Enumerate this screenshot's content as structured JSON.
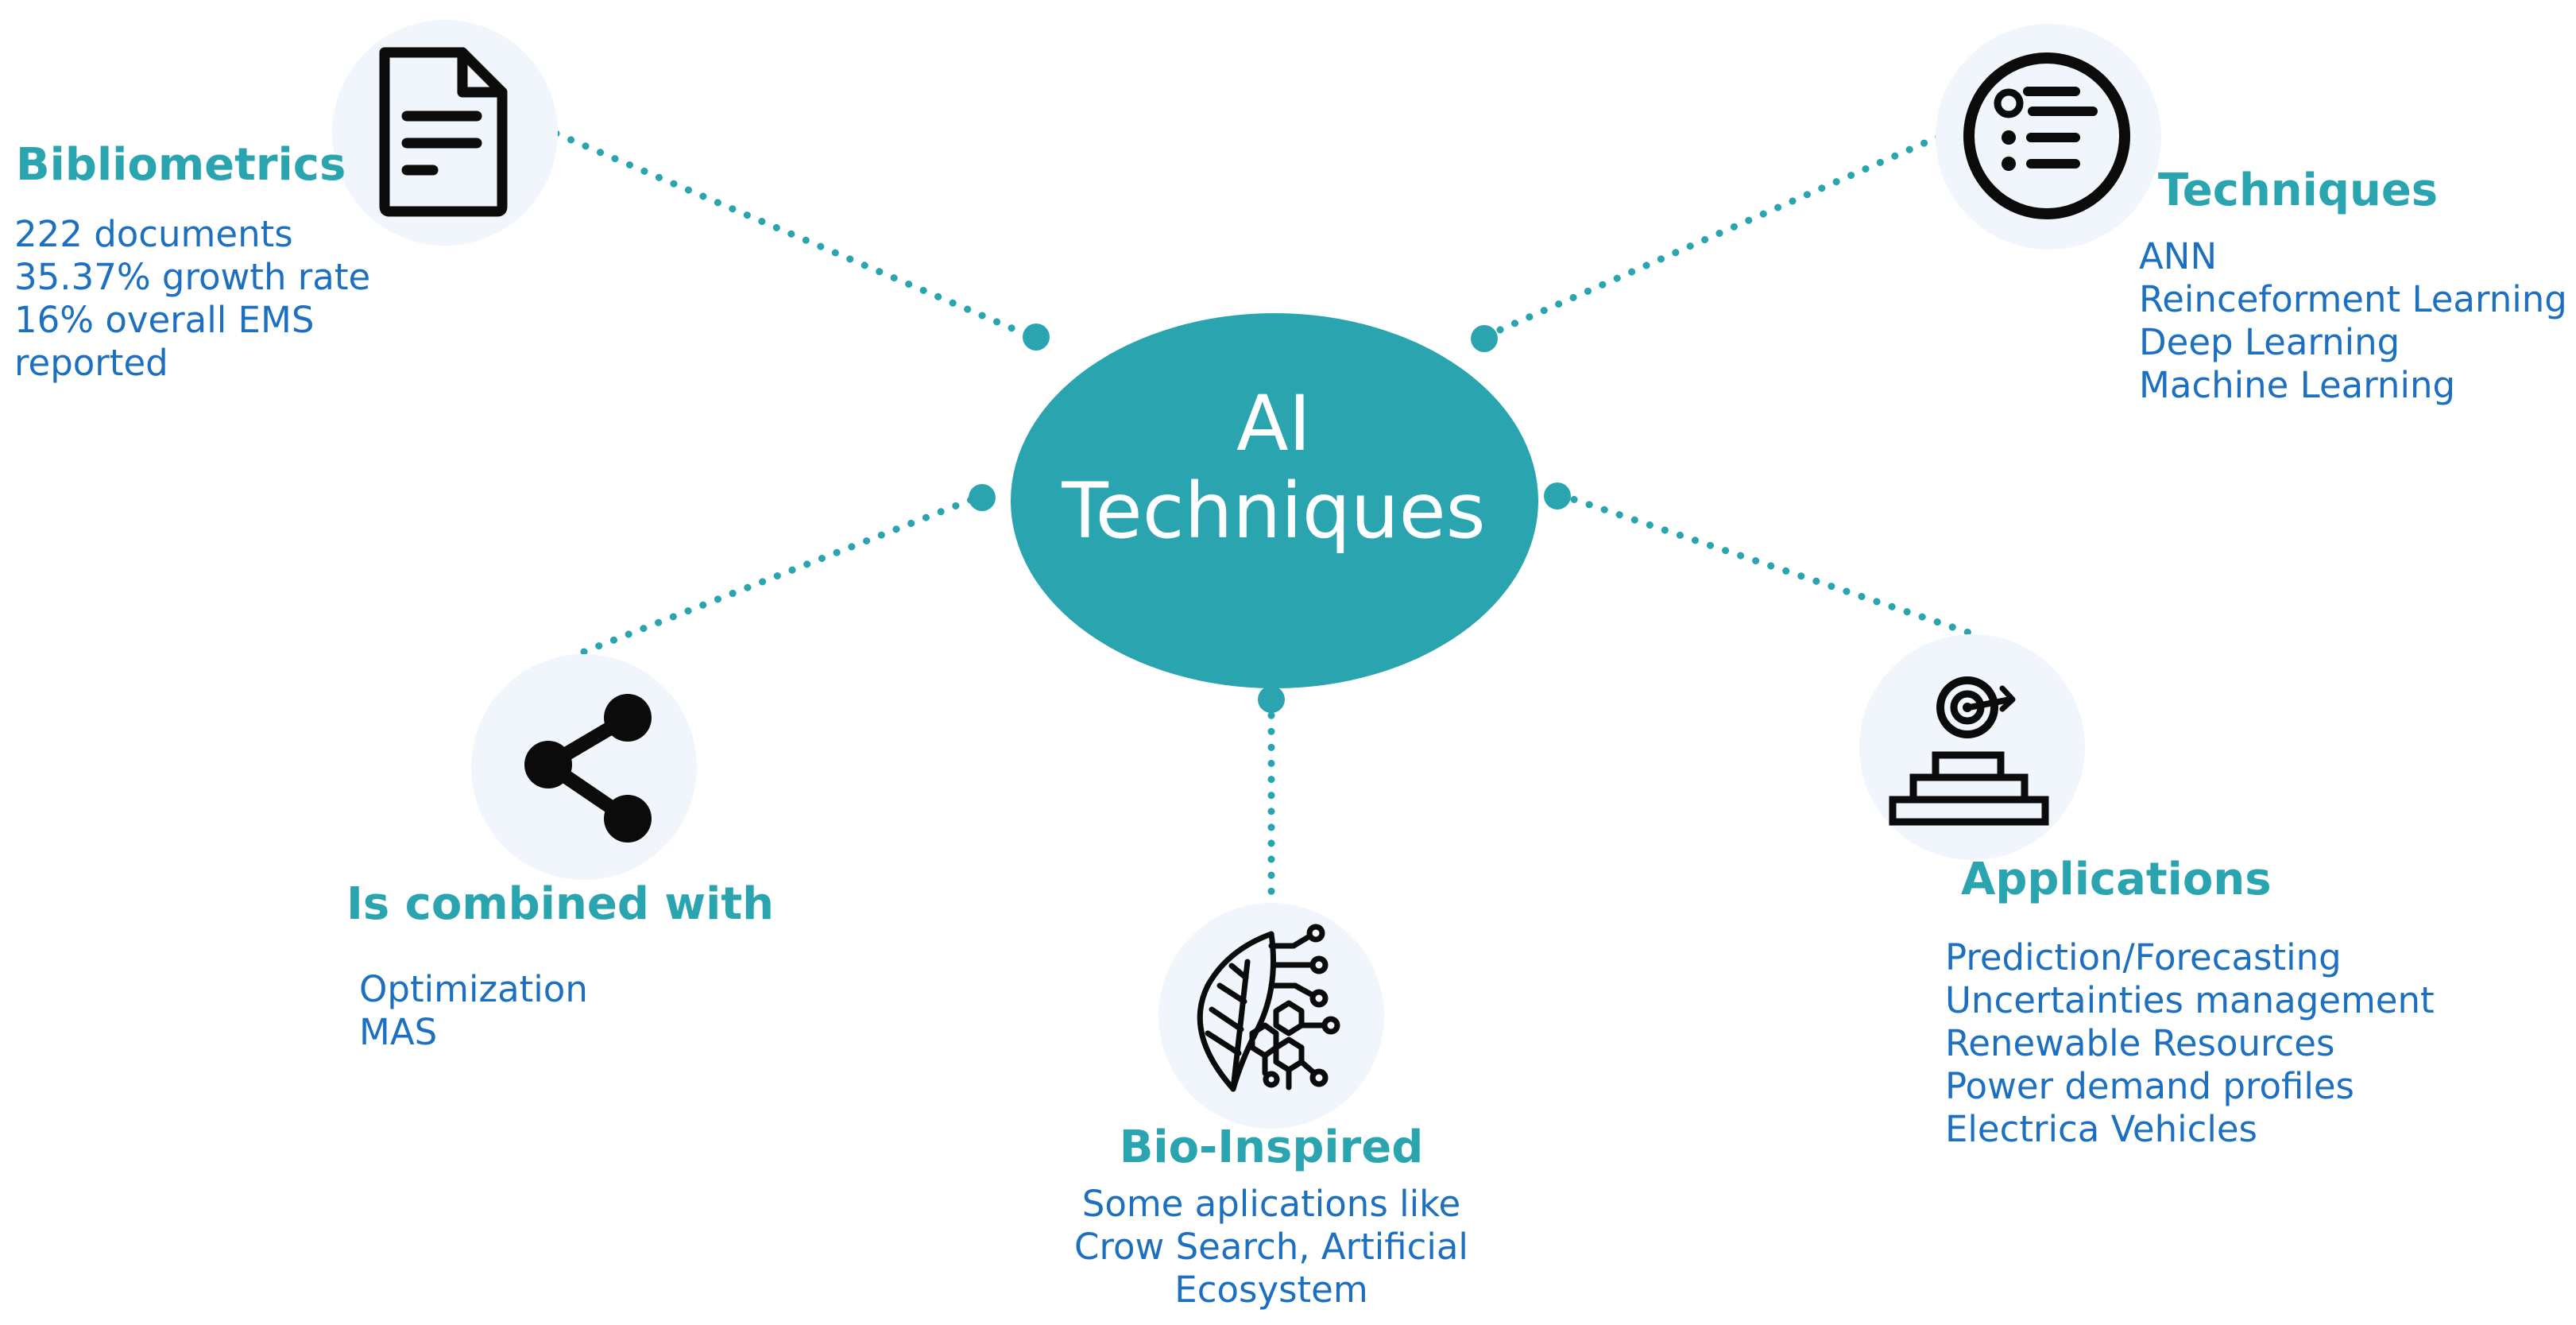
{
  "center": {
    "title_lines": [
      "AI",
      "Techniques"
    ]
  },
  "nodes": [
    {
      "id": "bibliometrics",
      "icon": "document-icon",
      "title": "Bibliometrics",
      "lines": [
        "222 documents",
        "35.37% growth rate",
        "16% overall EMS",
        "reported"
      ]
    },
    {
      "id": "techniques",
      "icon": "list-icon",
      "title": "Techniques",
      "lines": [
        "ANN",
        "Reinceforment Learning",
        "Deep Learning",
        "Machine Learning"
      ]
    },
    {
      "id": "combined",
      "icon": "share-icon",
      "title": "Is combined with",
      "lines": [
        "Optimization",
        "MAS"
      ]
    },
    {
      "id": "bio-inspired",
      "icon": "leaf-circuit-icon",
      "title": "Bio-Inspired",
      "lines": [
        "Some aplications like",
        "Crow Search, Artificial",
        "Ecosystem"
      ]
    },
    {
      "id": "applications",
      "icon": "target-podium-icon",
      "title": "Applications",
      "lines": [
        "Prediction/Forecasting",
        "Uncertainties management",
        "Renewable Resources",
        "Power demand profiles",
        "Electrica Vehicles"
      ]
    }
  ],
  "colors": {
    "accent": "#2aa5b0",
    "body_text": "#1d6fc0",
    "icon_circle": "#f1f6fc",
    "icon_stroke": "#0b0b0b",
    "connector": "#2aa5b0"
  }
}
